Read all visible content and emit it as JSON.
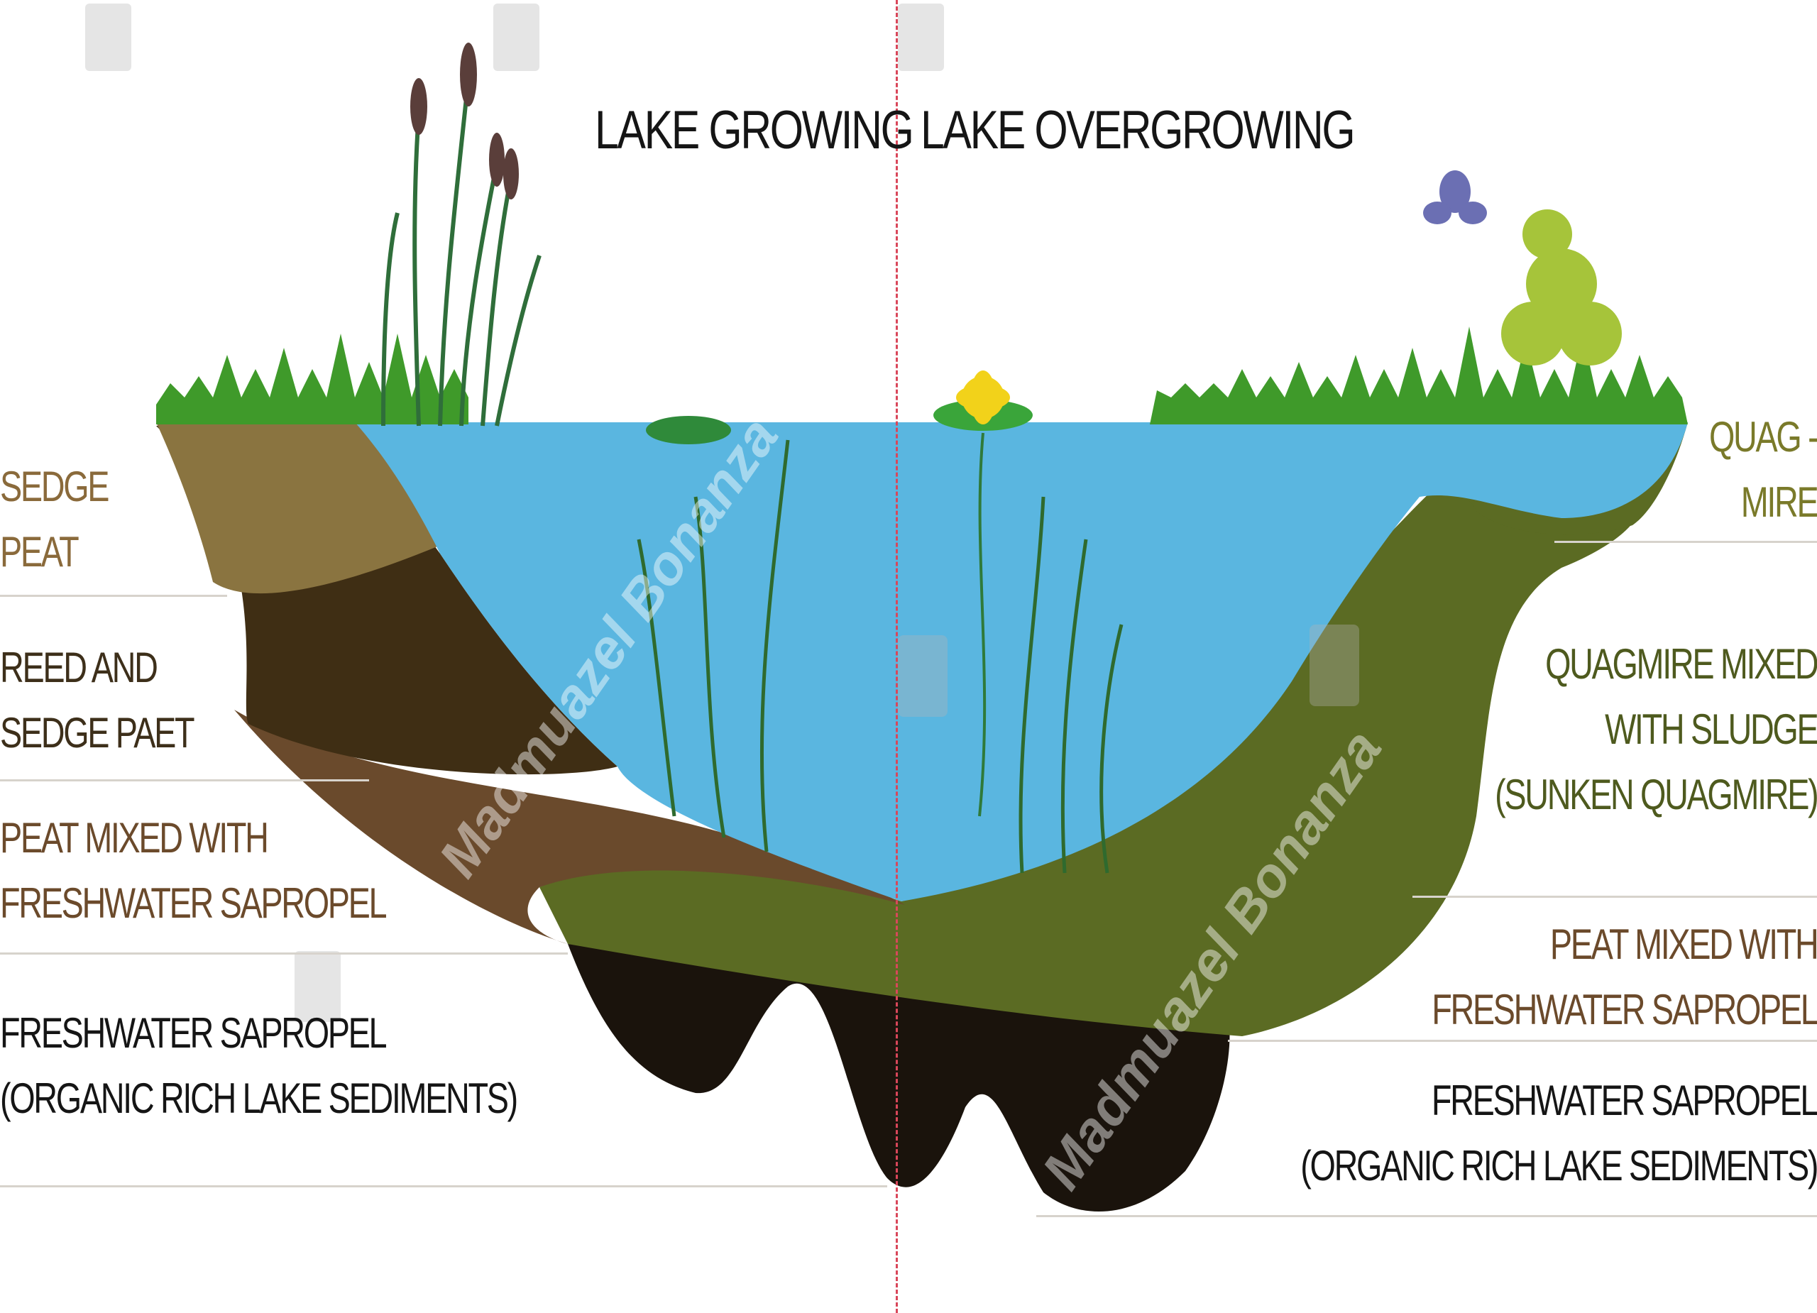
{
  "titles": {
    "left": "LAKE GROWING",
    "right": "LAKE OVERGROWING"
  },
  "left_labels": [
    {
      "lines": [
        "SEDGE",
        "PEAT"
      ],
      "color": "#8a6a3b"
    },
    {
      "lines": [
        "REED AND",
        "SEDGE PAET"
      ],
      "color": "#3d2f1a"
    },
    {
      "lines": [
        "PEAT MIXED WITH",
        "FRESHWATER SAPROPEL"
      ],
      "color": "#6b4a2b"
    },
    {
      "lines": [
        "FRESHWATER SAPROPEL",
        "(ORGANIC RICH LAKE SEDIMENTS)"
      ],
      "color": "#151515"
    }
  ],
  "right_labels": [
    {
      "lines": [
        "QUAG -",
        "MIRE"
      ],
      "color": "#7a7a2a"
    },
    {
      "lines": [
        "QUAGMIRE MIXED",
        "WITH SLUDGE",
        "(SUNKEN QUAGMIRE)"
      ],
      "color": "#4e5a1e"
    },
    {
      "lines": [
        "PEAT MIXED WITH",
        "FRESHWATER SAPROPEL"
      ],
      "color": "#6b4a2b"
    },
    {
      "lines": [
        "FRESHWATER SAPROPEL",
        "(ORGANIC RICH LAKE SEDIMENTS)"
      ],
      "color": "#151515"
    }
  ],
  "watermark": "Madmuazel Bonanza",
  "colors": {
    "water": "#5ab6e0",
    "sedge_peat": "#8a7440",
    "reed_sedge_peat": "#3f2e14",
    "peat_sapropel": "#6a4a2c",
    "quagmire": "#5b6b23",
    "sapropel": "#1a130c",
    "grass": "#3f9a2a"
  }
}
